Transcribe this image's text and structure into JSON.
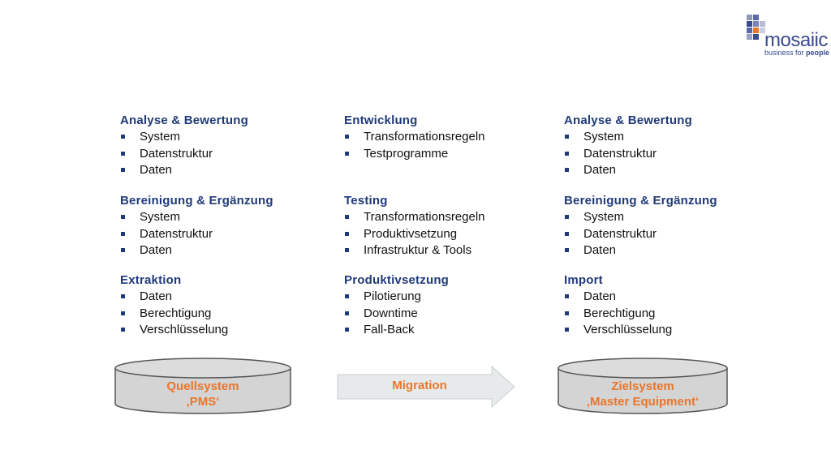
{
  "logo": {
    "word": "mosaiic",
    "tagline_pre": "business for ",
    "tagline_bold": "people"
  },
  "columns": [
    {
      "sections": [
        {
          "title": "Analyse & Bewertung",
          "items": [
            "System",
            "Datenstruktur",
            "Daten"
          ]
        },
        {
          "title": "Bereinigung & Ergänzung",
          "items": [
            "System",
            "Datenstruktur",
            "Daten"
          ]
        },
        {
          "title": "Extraktion",
          "items": [
            "Daten",
            "Berechtigung",
            "Verschlüsselung"
          ]
        }
      ]
    },
    {
      "sections": [
        {
          "title": "Entwicklung",
          "items": [
            "Transformationsregeln",
            "Testprogramme"
          ]
        },
        {
          "title": "Testing",
          "items": [
            "Transformationsregeln",
            "Produktivsetzung",
            "Infrastruktur & Tools"
          ]
        },
        {
          "title": "Produktivsetzung",
          "items": [
            "Pilotierung",
            "Downtime",
            "Fall-Back"
          ]
        }
      ]
    },
    {
      "sections": [
        {
          "title": "Analyse & Bewertung",
          "items": [
            "System",
            "Datenstruktur",
            "Daten"
          ]
        },
        {
          "title": "Bereinigung & Ergänzung",
          "items": [
            "System",
            "Datenstruktur",
            "Daten"
          ]
        },
        {
          "title": "Import",
          "items": [
            "Daten",
            "Berechtigung",
            "Verschlüsselung"
          ]
        }
      ]
    }
  ],
  "source_db": {
    "line1": "Quellsystem",
    "line2": "‚PMS‘"
  },
  "migration": {
    "label": "Migration"
  },
  "target_db": {
    "line1": "Zielsystem",
    "line2": "‚Master Equipment‘"
  },
  "colors": {
    "heading": "#1f3a7a",
    "accent": "#e8762c",
    "cylinder": "#d4d4d4"
  }
}
